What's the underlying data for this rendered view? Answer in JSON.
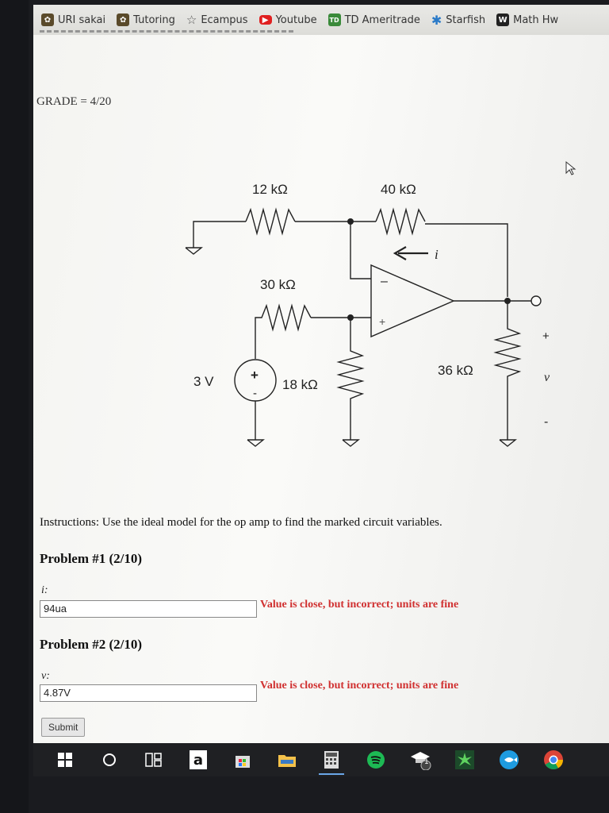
{
  "bookmarks": [
    {
      "label": "URI sakai",
      "icon": "sakai-icon",
      "color": "#5a4a2a"
    },
    {
      "label": "Tutoring",
      "icon": "sakai-icon",
      "color": "#5a4a2a"
    },
    {
      "label": "Ecampus",
      "icon": "star-icon",
      "color": "#555555"
    },
    {
      "label": "Youtube",
      "icon": "youtube-icon",
      "color": "#e02020"
    },
    {
      "label": "TD Ameritrade",
      "icon": "td-icon",
      "color": "#3a8a3a"
    },
    {
      "label": "Starfish",
      "icon": "starfish-icon",
      "color": "#2a7ac8"
    },
    {
      "label": "Math Hw",
      "icon": "w-icon",
      "color": "#222222"
    }
  ],
  "grade": "GRADE = 4/20",
  "circuit": {
    "r1": "12 kΩ",
    "r2": "40 kΩ",
    "r3": "30 kΩ",
    "r4": "18 kΩ",
    "r5": "36 kΩ",
    "source": "3 V",
    "current": "i",
    "voltage": "v",
    "plus": "+",
    "minus": "-"
  },
  "instructions": "Instructions: Use the ideal model for the op amp to find the marked circuit variables.",
  "problems": [
    {
      "title": "Problem #1 (2/10)",
      "var": "i:",
      "answer": "94ua",
      "feedback": "Value is close, but incorrect; units are fine"
    },
    {
      "title": "Problem #2 (2/10)",
      "var": "v:",
      "answer": "4.87V",
      "feedback": "Value is close, but incorrect; units are fine"
    }
  ],
  "submit_label": "Submit",
  "taskbar": {
    "amazon_label": "a",
    "badge": "1"
  },
  "colors": {
    "feedback": "#d03030",
    "accent": "#6aa6e8"
  }
}
